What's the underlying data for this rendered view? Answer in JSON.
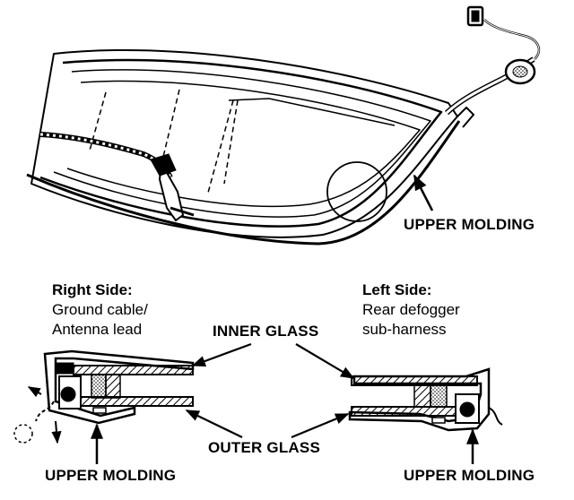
{
  "labels": {
    "upper_molding_top": "UPPER MOLDING",
    "right_side_title": "Right Side:",
    "right_side_line1": "Ground cable/",
    "right_side_line2": "Antenna lead",
    "left_side_title": "Left Side:",
    "left_side_line1": "Rear defogger",
    "left_side_line2": "sub-harness",
    "inner_glass": "INNER GLASS",
    "outer_glass": "OUTER GLASS",
    "upper_molding_left": "UPPER MOLDING",
    "upper_molding_right": "UPPER MOLDING"
  },
  "colors": {
    "ink": "#000000",
    "paper": "#ffffff"
  }
}
